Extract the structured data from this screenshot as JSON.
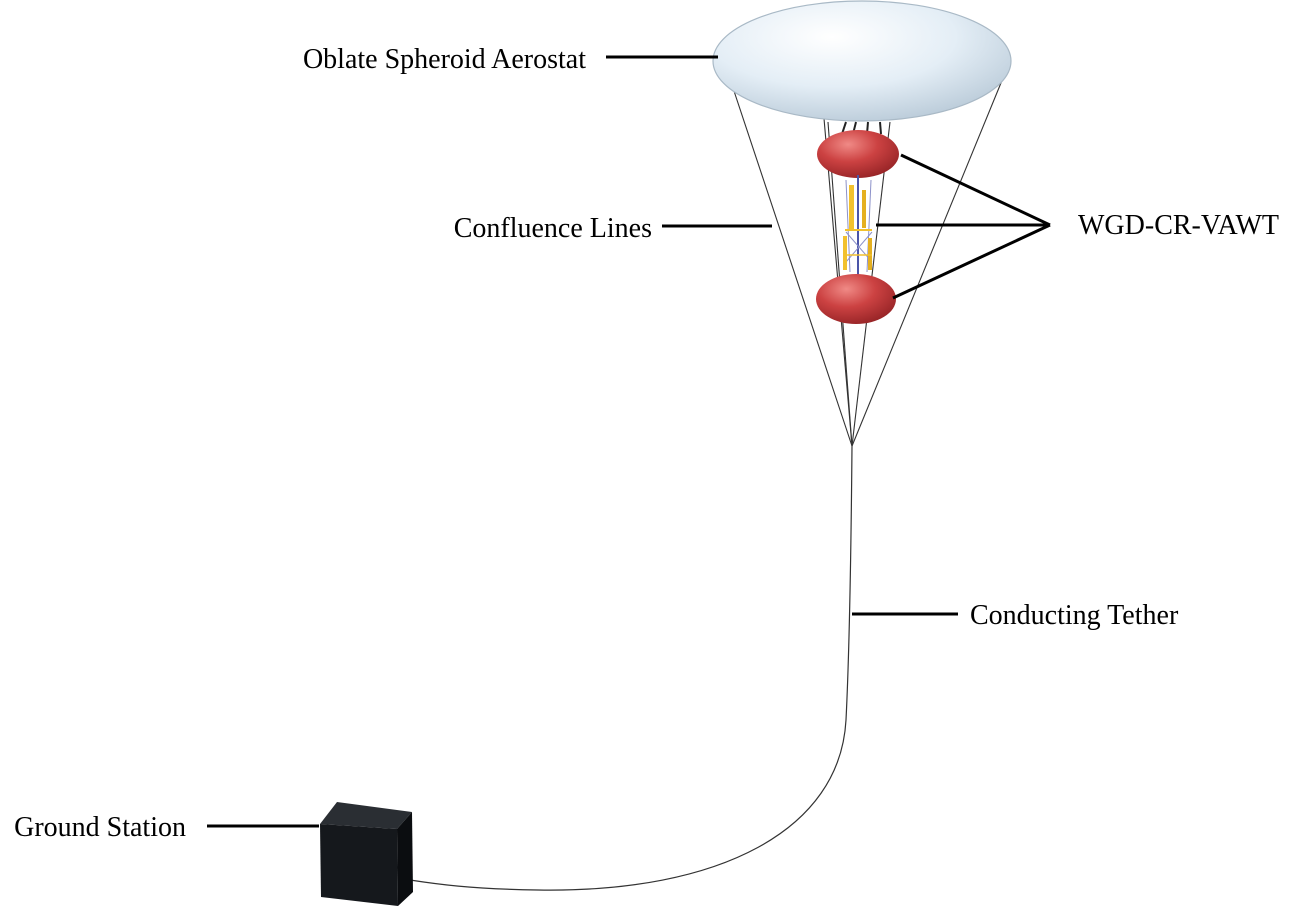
{
  "labels": {
    "aerostat": "Oblate Spheroid Aerostat",
    "confluence": "Confluence Lines",
    "turbine": "WGD-CR-VAWT",
    "tether": "Conducting Tether",
    "ground": "Ground Station"
  },
  "colors": {
    "aerostat_fill": "#dce8f2",
    "ducts_fill": "#c0393b",
    "blades": "#f2c12e",
    "ground_station": "#15181c",
    "lines": "#000000"
  }
}
